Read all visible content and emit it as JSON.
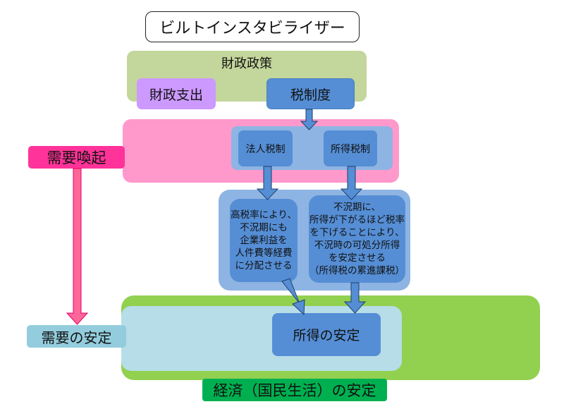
{
  "title": "ビルトインスタビライザー",
  "fiscal_policy": {
    "label": "財政政策",
    "spending": "財政支出",
    "tax_system": "税制度"
  },
  "demand_stimulus": {
    "label": "需要喚起",
    "corporate_tax": "法人税制",
    "income_tax": "所得税制"
  },
  "effects": {
    "corporate": [
      "高税率により、",
      "不況期にも",
      "企業利益を",
      "人件費等経費",
      "に分配させる"
    ],
    "income": [
      "不況期に、",
      "所得が下がるほど税率",
      "を下げることにより、",
      "不況時の可処分所得",
      "を安定させる",
      "（所得税の累進課税）"
    ]
  },
  "outcomes": {
    "income_stability": "所得の安定",
    "demand_stability": "需要の安定",
    "economy_stability": "経済（国民生活）の安定"
  },
  "colors": {
    "fiscal_group": "#c3d69b",
    "spending": "#cc99ff",
    "tax_blue": "#558ed5",
    "tax_light_blue": "#8eb4e3",
    "demand_pink": "#ff99cc",
    "demand_label": "#ff3399",
    "pink_arrow": "#ff6699",
    "economy_green": "#92d050",
    "economy_label": "#00b050",
    "income_group": "#b7dde8",
    "demand_stable": "#93cddd"
  }
}
